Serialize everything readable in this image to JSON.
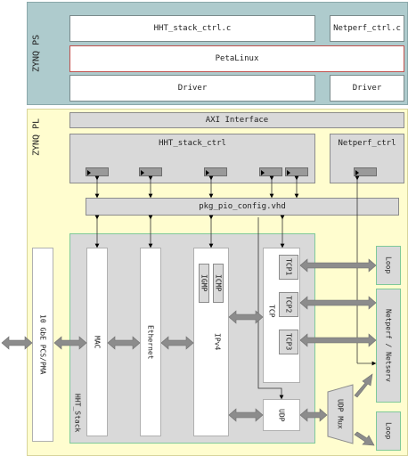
{
  "regions": {
    "ps_label": "ZYNQ PS",
    "pl_label": "ZYNQ PL"
  },
  "ps": {
    "hht_stack_ctrl_c": "HHT_stack_ctrl.c",
    "netperf_ctrl_c": "Netperf_ctrl.c",
    "petalinux": "PetaLinux",
    "driver_left": "Driver",
    "driver_right": "Driver"
  },
  "pl": {
    "axi_interface": "AXI Interface",
    "hht_stack_ctrl": "HHT_stack_ctrl",
    "netperf_ctrl": "Netperf_ctrl",
    "pkg_pio_config": "pkg_pio_config.vhd",
    "pcs_pma": "10 GbE PCS/PMA",
    "hht_stack": "HHT_Stack",
    "mac": "MAC",
    "ethernet": "Ethernet",
    "ipv4": "IPv4",
    "igmp": "IGMP",
    "icmp": "ICMP",
    "tcp": "TCP",
    "tcp1": "TCP1",
    "tcp2": "TCP2",
    "tcp3": "TCP3",
    "udp": "UDP",
    "udp_mux": "UDP Mux",
    "loop_top": "Loop",
    "netperf_netserv": "Netperf / Netserv",
    "loop_bottom": "Loop"
  },
  "colors": {
    "ps_bg": "#aecbcd",
    "pl_bg": "#fffdcf",
    "block_grey": "#d9d9d9",
    "stack_border": "#7fc99a",
    "arrow_grey": "#8c8c8c"
  }
}
